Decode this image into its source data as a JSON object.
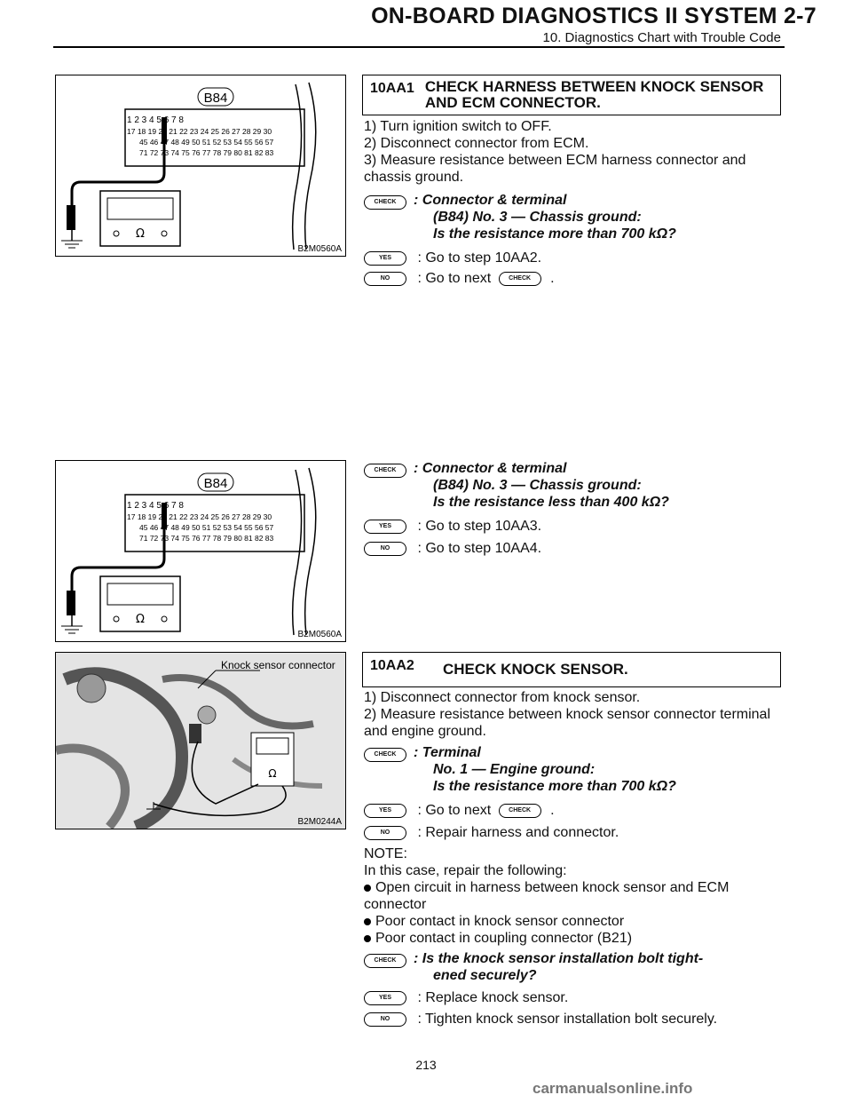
{
  "header": {
    "title": "ON-BOARD DIAGNOSTICS II SYSTEM",
    "section": "2-7",
    "subtitle": "10. Diagnostics Chart with Trouble Code"
  },
  "figures": {
    "fig1": {
      "connector": "B84",
      "caption": "B2M0560A"
    },
    "fig2": {
      "connector": "B84",
      "caption": "B2M0560A"
    },
    "fig3": {
      "label": "Knock sensor connector",
      "caption": "B2M0244A"
    }
  },
  "connector_rows": {
    "row1": "1 2   3 4   5 6   7 8",
    "row2": "17 18 19 20 21 22 23 24 25 26 27 28 29 30",
    "row3": "45 46 47 48 49 50 51 52 53 54 55 56 57",
    "row4": "71 72 73 74 75 76 77 78 79 80 81 82 83"
  },
  "badges": {
    "check": "CHECK",
    "yes": "YES",
    "no": "NO"
  },
  "step1": {
    "id": "10AA1",
    "title": "CHECK HARNESS BETWEEN KNOCK SENSOR AND ECM CONNECTOR.",
    "lines": [
      "1) Turn ignition switch to OFF.",
      "2) Disconnect connector from ECM.",
      "3) Measure resistance between ECM harness connector and chassis ground."
    ],
    "check": {
      "l1": ": Connector & terminal",
      "l2": "(B84) No. 3 — Chassis ground:",
      "l3": "Is the resistance more than 700 kΩ?"
    },
    "yes_prefix": ": Go to step ",
    "yes_step": "10AA2",
    "yes_suffix": ".",
    "no_prefix": ": Go to next",
    "no_suffix": "."
  },
  "step1b": {
    "check": {
      "l1": ": Connector & terminal",
      "l2": "(B84) No. 3 — Chassis ground:",
      "l3": "Is the resistance less than 400 kΩ?"
    },
    "yes_prefix": ": Go to step ",
    "yes_step": "10AA3",
    "yes_suffix": ".",
    "no_prefix": ": Go to step ",
    "no_step": "10AA4",
    "no_suffix": "."
  },
  "step2": {
    "id": "10AA2",
    "title": "CHECK KNOCK SENSOR.",
    "lines": [
      "1) Disconnect connector from knock sensor.",
      "2) Measure resistance between knock sensor connector terminal and engine ground."
    ],
    "check": {
      "l1": ": Terminal",
      "l2": "No. 1 — Engine ground:",
      "l3": "Is the resistance more than 700 kΩ?"
    },
    "yes_prefix": ": Go to next",
    "yes_suffix": ".",
    "no_text": ": Repair harness and connector.",
    "note_label": "NOTE:",
    "note_intro": "In this case, repair the following:",
    "note_items": [
      "Open circuit in harness between knock sensor and ECM connector",
      "Poor contact in knock sensor connector",
      "Poor contact in coupling connector (B21)"
    ],
    "check2": {
      "l1": ": Is the knock sensor installation bolt tight-",
      "l2": "ened securely?"
    },
    "yes2_text": ": Replace knock sensor.",
    "no2_text": ": Tighten knock sensor installation bolt securely."
  },
  "page_number": "213",
  "watermark": "carmanualsonline.info"
}
